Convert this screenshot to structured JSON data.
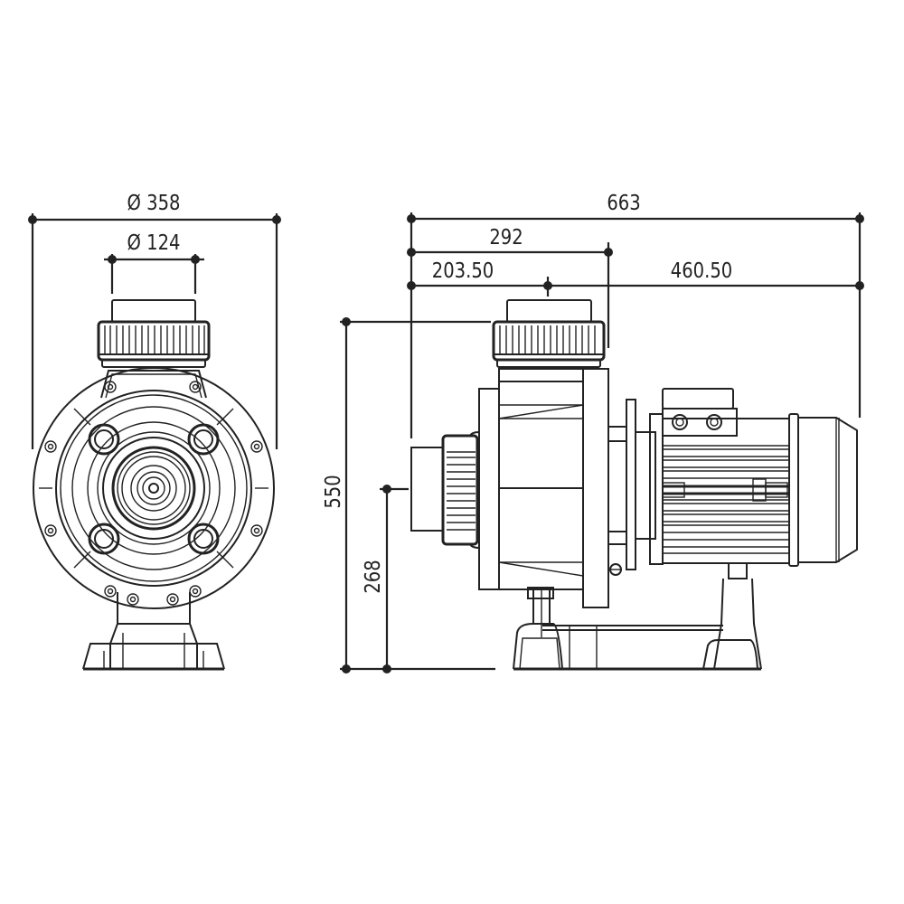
{
  "drawing": {
    "title": "Pump dimensional drawing",
    "stroke_color": "#222222",
    "background": "#ffffff",
    "front_view": {
      "dimensions": {
        "overall_diameter": "Ø 358",
        "port_diameter": "Ø 124"
      }
    },
    "side_view": {
      "dimensions": {
        "overall_length": "663",
        "inlet_to_outlet_face": "292",
        "inlet_to_outlet_axis": "203.50",
        "outlet_axis_to_end": "460.50",
        "overall_height": "550",
        "inlet_axis_height": "268"
      }
    }
  }
}
